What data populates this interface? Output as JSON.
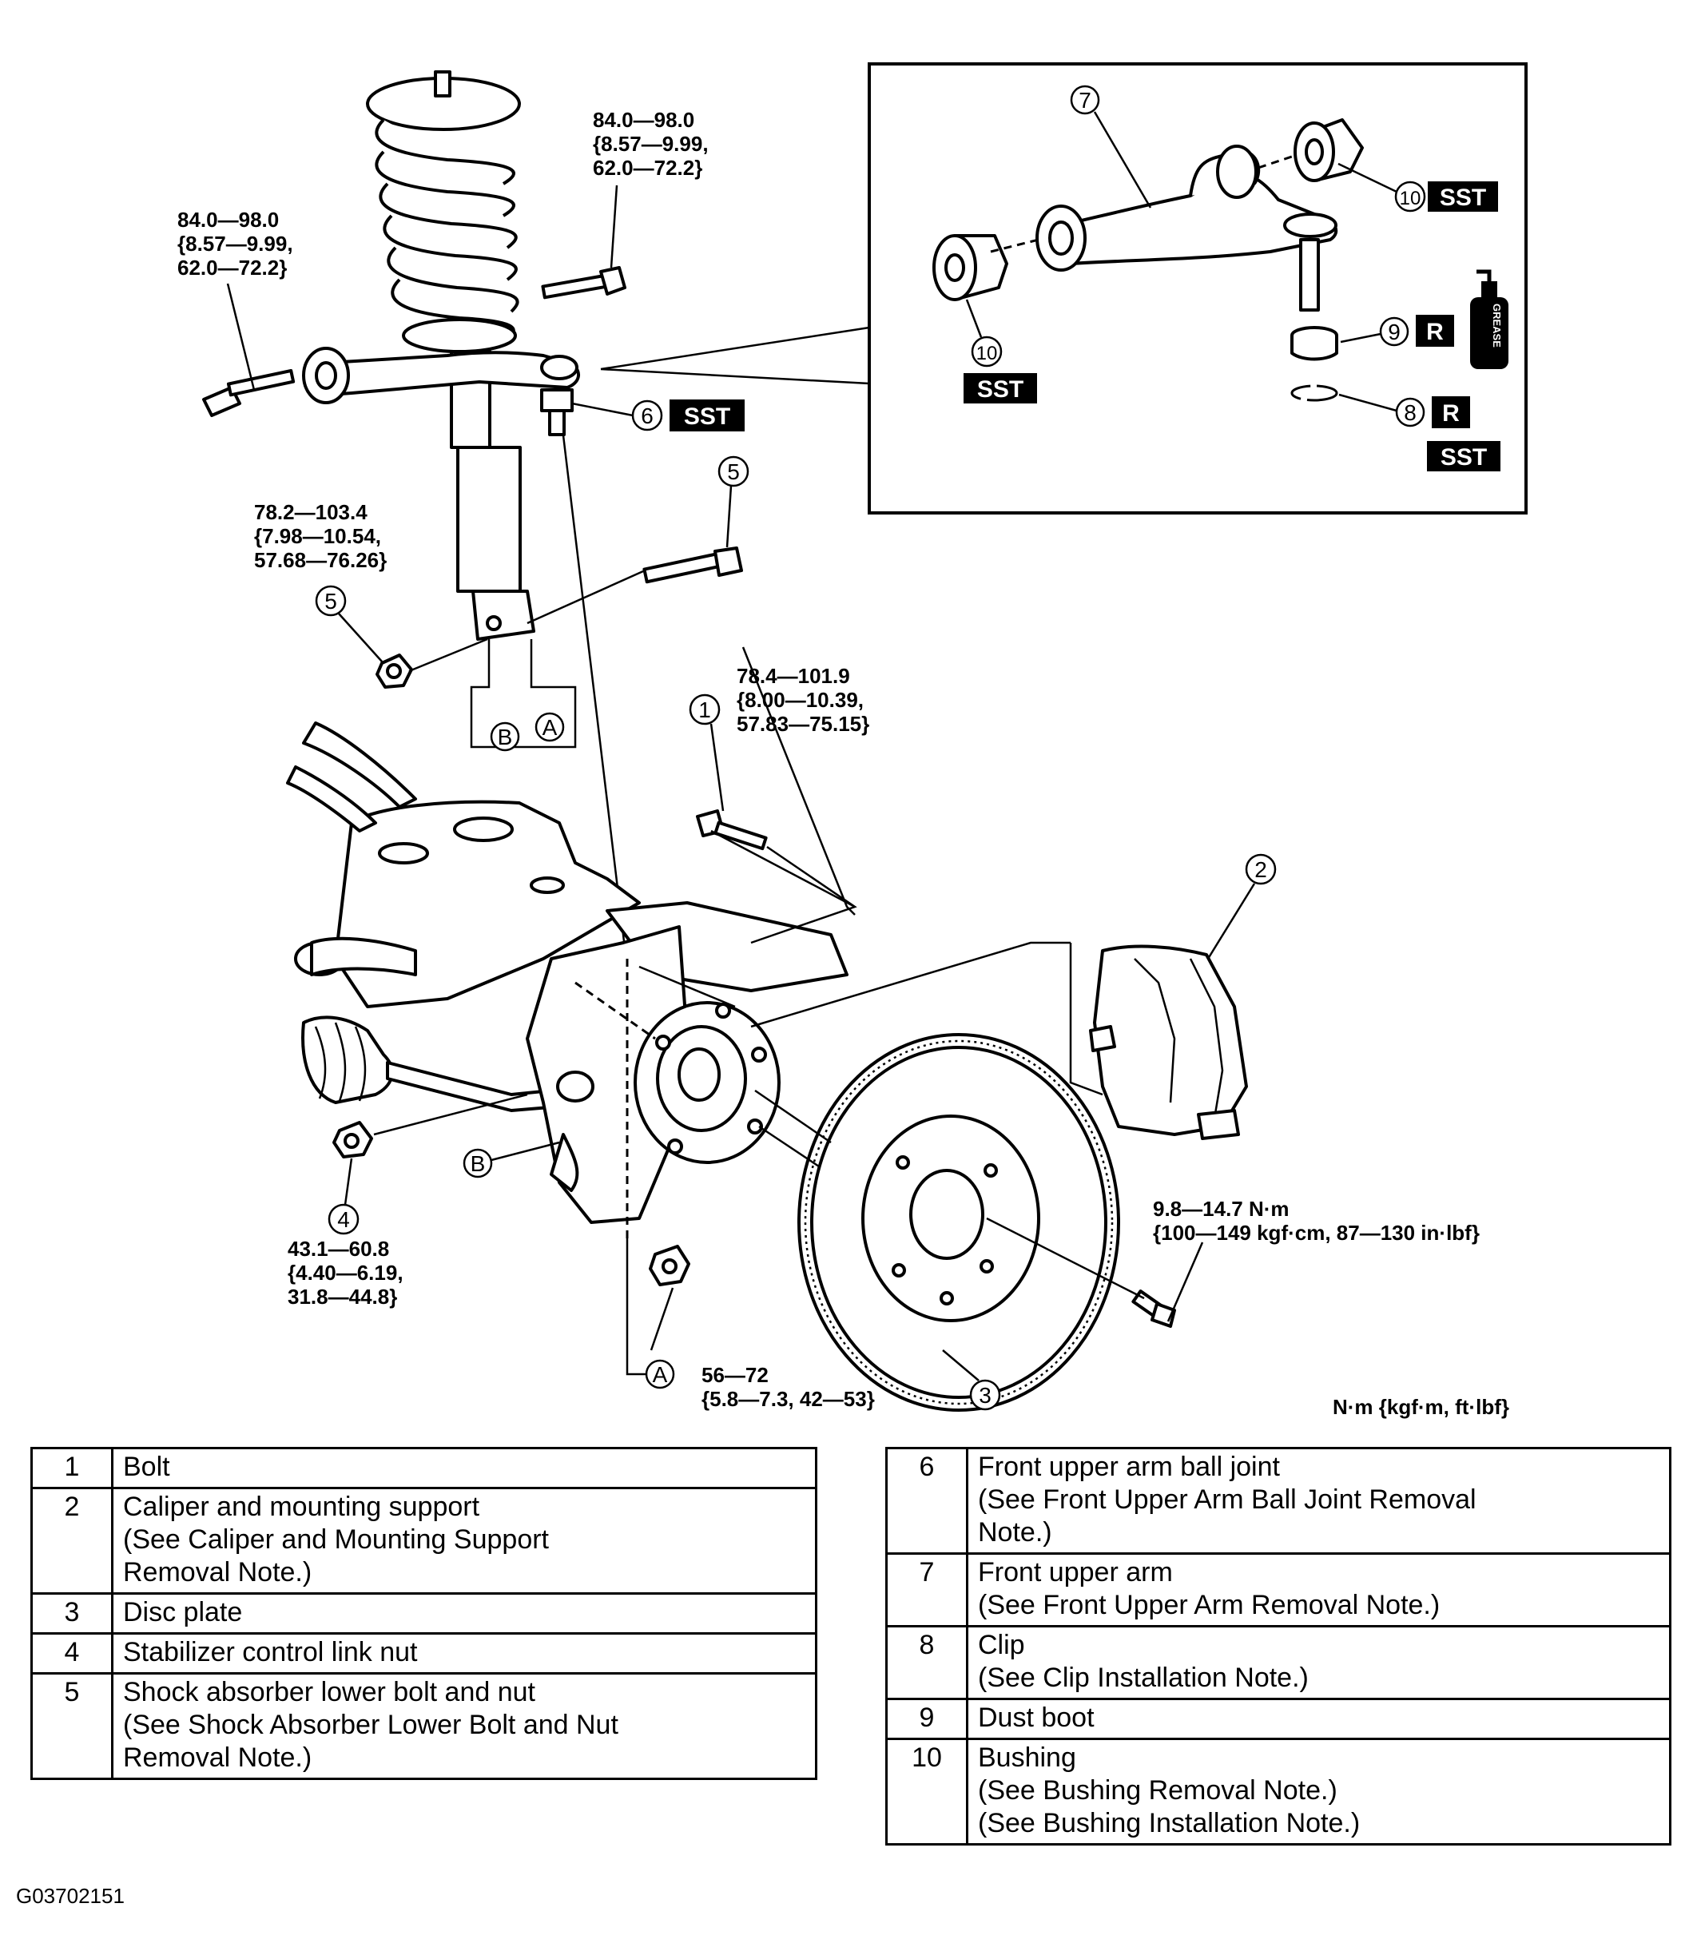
{
  "torque": {
    "t1": {
      "l1": "84.0—98.0",
      "l2": "{8.57—9.99,",
      "l3": "62.0—72.2}"
    },
    "t2": {
      "l1": "84.0—98.0",
      "l2": "{8.57—9.99,",
      "l3": "62.0—72.2}"
    },
    "t3": {
      "l1": "78.2—103.4",
      "l2": "{7.98—10.54,",
      "l3": "57.68—76.26}"
    },
    "t4": {
      "l1": "78.4—101.9",
      "l2": "{8.00—10.39,",
      "l3": "57.83—75.15}"
    },
    "t5": {
      "l1": "43.1—60.8",
      "l2": "{4.40—6.19,",
      "l3": "31.8—44.8}"
    },
    "t6": {
      "l1": "56—72",
      "l2": "{5.8—7.3, 42—53}"
    },
    "t7": {
      "l1": "9.8—14.7 N·m",
      "l2": "{100—149 kgf·cm, 87—130 in·lbf}"
    }
  },
  "units_note": "N·m {kgf·m, ft·lbf}",
  "callouts": {
    "c1": "1",
    "c2": "2",
    "c3": "3",
    "c4": "4",
    "c5": "5",
    "c6": "6",
    "c7": "7",
    "c8": "8",
    "c9": "9",
    "c10": "10",
    "cA": "A",
    "cB": "B"
  },
  "tags": {
    "sst": "SST",
    "r": "R",
    "grease": "GREASE"
  },
  "figure_code": "G03702151",
  "parts_table_left": [
    {
      "num": "1",
      "lines": [
        "Bolt"
      ]
    },
    {
      "num": "2",
      "lines": [
        "Caliper and mounting support",
        "(See Caliper and Mounting Support",
        "Removal Note.)"
      ]
    },
    {
      "num": "3",
      "lines": [
        "Disc plate"
      ]
    },
    {
      "num": "4",
      "lines": [
        "Stabilizer control link nut"
      ]
    },
    {
      "num": "5",
      "lines": [
        "Shock absorber lower bolt and nut",
        "(See Shock Absorber Lower Bolt and Nut",
        "Removal Note.)"
      ]
    }
  ],
  "parts_table_right": [
    {
      "num": "6",
      "lines": [
        "Front upper arm ball joint",
        "(See Front Upper Arm Ball Joint Removal",
        "Note.)"
      ]
    },
    {
      "num": "7",
      "lines": [
        "Front upper arm",
        "(See Front Upper Arm Removal Note.)"
      ]
    },
    {
      "num": "8",
      "lines": [
        "Clip",
        "(See Clip Installation Note.)"
      ]
    },
    {
      "num": "9",
      "lines": [
        "Dust boot"
      ]
    },
    {
      "num": "10",
      "lines": [
        "Bushing",
        "(See Bushing Removal Note.)",
        "(See Bushing Installation Note.)"
      ]
    }
  ]
}
